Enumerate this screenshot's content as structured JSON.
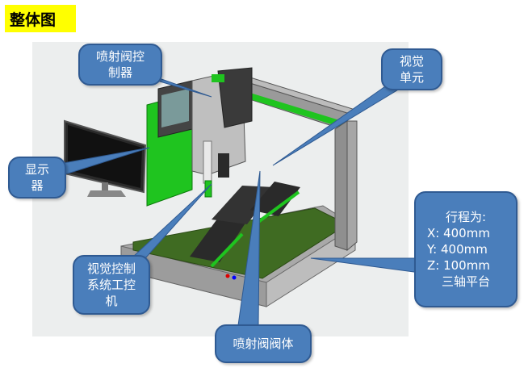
{
  "title": "整体图",
  "callouts": {
    "valve_controller": [
      "喷射阀控",
      "制器"
    ],
    "vision_unit": [
      "视觉",
      "单元"
    ],
    "display": [
      "显示",
      "器"
    ],
    "vision_ipc": [
      "视觉控制",
      "系统工控",
      "机"
    ],
    "valve_body": "喷射阀阀体",
    "travel": {
      "header": "行程为:",
      "x": "X:  400mm",
      "y": "Y:  400mm",
      "z": "Z:  100mm",
      "footer": "三轴平台"
    }
  },
  "colors": {
    "callout_fill": "#4a7ebb",
    "title_highlight": "#ffff00",
    "machine_green": "#1fc41f",
    "frame_gray": "#9a9a9a"
  }
}
